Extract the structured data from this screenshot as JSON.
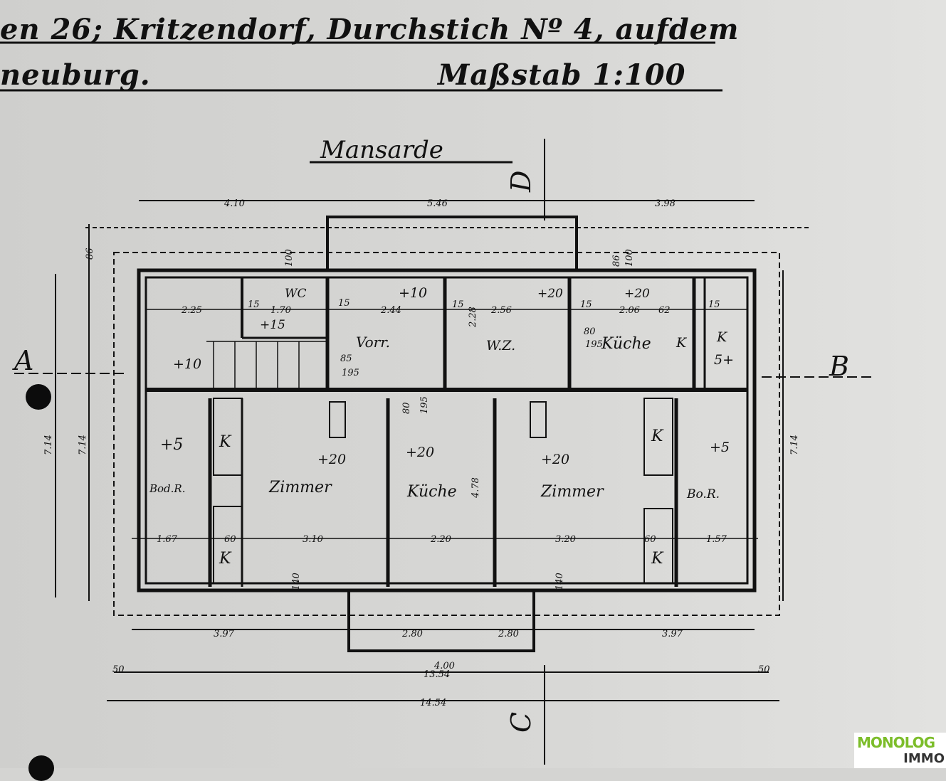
{
  "header": {
    "line1": "en 26; Kritzendorf, Durchstich Nº 4, aufdem",
    "line2": "neuburg.",
    "scale": "Maßstab 1:100"
  },
  "plan": {
    "title": "Mansarde",
    "section_marks": {
      "left": "A",
      "right": "B",
      "top": "D",
      "bottom": "C"
    },
    "labels": [
      "WC",
      "+15",
      "Vorr.",
      "+10",
      "W.Z.",
      "+20",
      "Küche",
      "K",
      "+20",
      "K",
      "5+",
      "+10",
      "+5",
      "K",
      "+20",
      "Zimmer",
      "Küche",
      "+20",
      "+20",
      "Zimmer",
      "K",
      "+5",
      "Bo.R.",
      "Bod.R.",
      "K",
      "K"
    ],
    "dimensions": [
      "4.10",
      "5.46",
      "3.98",
      "2.25",
      "1.70",
      "2.44",
      "2.56",
      "2.06",
      "1.67",
      "3.10",
      "2.20",
      "3.20",
      "1.57",
      "3.97",
      "2.80",
      "2.80",
      "3.97",
      "4.00",
      "13.54",
      "14.54",
      "7.14",
      "7.14",
      "7.14",
      "4.78",
      "2.28",
      "15",
      "15",
      "15",
      "15",
      "15",
      "62",
      "60",
      "60",
      "80",
      "80",
      "195",
      "195",
      "85",
      "195",
      "86",
      "86",
      "100",
      "100",
      "140",
      "140",
      "50",
      "50"
    ]
  },
  "logo": {
    "top": "MONOLOG",
    "bottom": "IMMO"
  },
  "colors": {
    "paper": "#d4d4d2",
    "ink": "#111111",
    "logo_green": "#7cbd2a"
  }
}
